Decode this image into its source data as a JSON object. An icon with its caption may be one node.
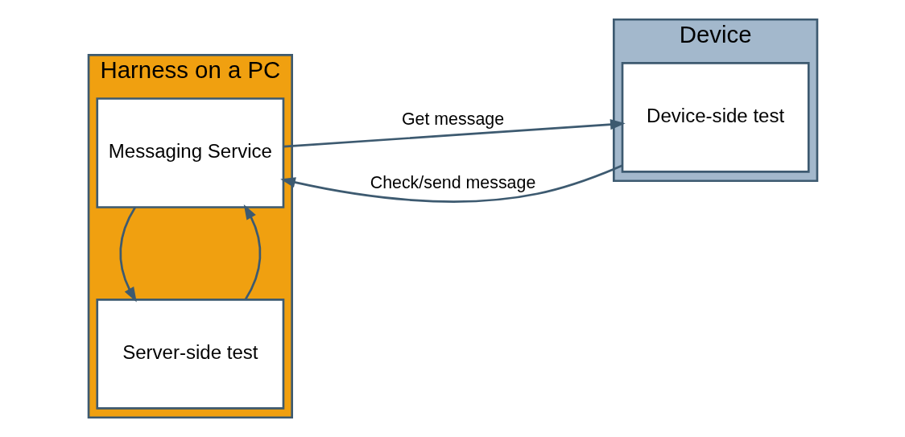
{
  "diagram": {
    "nodes": [
      {
        "text": [
          "Harness on a PC"
        ]
      },
      {
        "text": [
          "Messaging Service"
        ],
        "in": 0
      },
      {
        "text": [
          "Server-side test"
        ],
        "in": 0
      },
      {
        "text": [
          "Device"
        ]
      },
      {
        "text": [
          "Device-side test"
        ],
        "in": 3
      }
    ],
    "edges": [
      {
        "from": 4,
        "to": 1,
        "arrow": "to",
        "label": "Check/send message"
      },
      {
        "from": 1,
        "to": 4,
        "arrow": "to",
        "label": "Get message"
      },
      {
        "from": 2,
        "to": 1,
        "arrow": "to"
      },
      {
        "from": 1,
        "to": 2,
        "arrow": "to"
      }
    ]
  }
}
